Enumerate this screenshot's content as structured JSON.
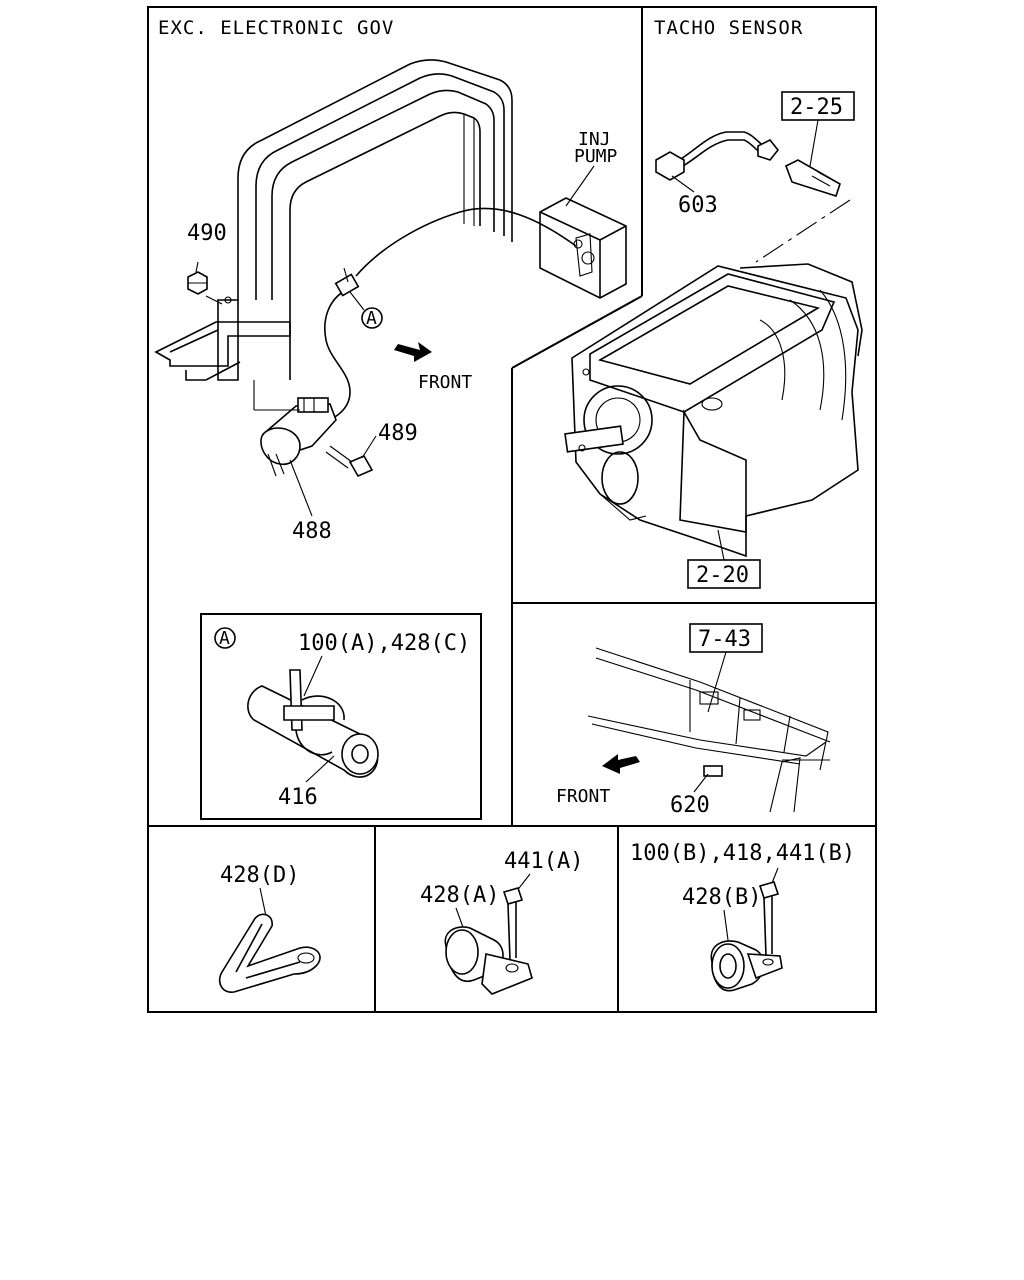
{
  "panels": {
    "main": {
      "header": "EXC. ELECTRONIC GOV",
      "labels": {
        "inj_pump_l1": "INJ",
        "inj_pump_l2": "PUMP",
        "front": "FRONT",
        "p490": "490",
        "p489": "489",
        "p488": "488",
        "callout_a": "A"
      }
    },
    "tacho": {
      "header": "TACHO SENSOR",
      "labels": {
        "ref_2_25": "2-25",
        "p603": "603",
        "ref_2_20": "2-20"
      }
    },
    "detail_a": {
      "callout": "A",
      "labels": {
        "p100a_428c": "100(A),428(C)",
        "p416": "416"
      }
    },
    "dash": {
      "labels": {
        "ref_7_43": "7-43",
        "front": "FRONT",
        "p620": "620"
      }
    },
    "clip_d": {
      "labels": {
        "p428d": "428(D)"
      }
    },
    "clip_a": {
      "labels": {
        "p441a": "441(A)",
        "p428a": "428(A)"
      }
    },
    "clip_b": {
      "labels": {
        "p100b_418_441b": "100(B),418,441(B)",
        "p428b": "428(B)"
      }
    }
  }
}
